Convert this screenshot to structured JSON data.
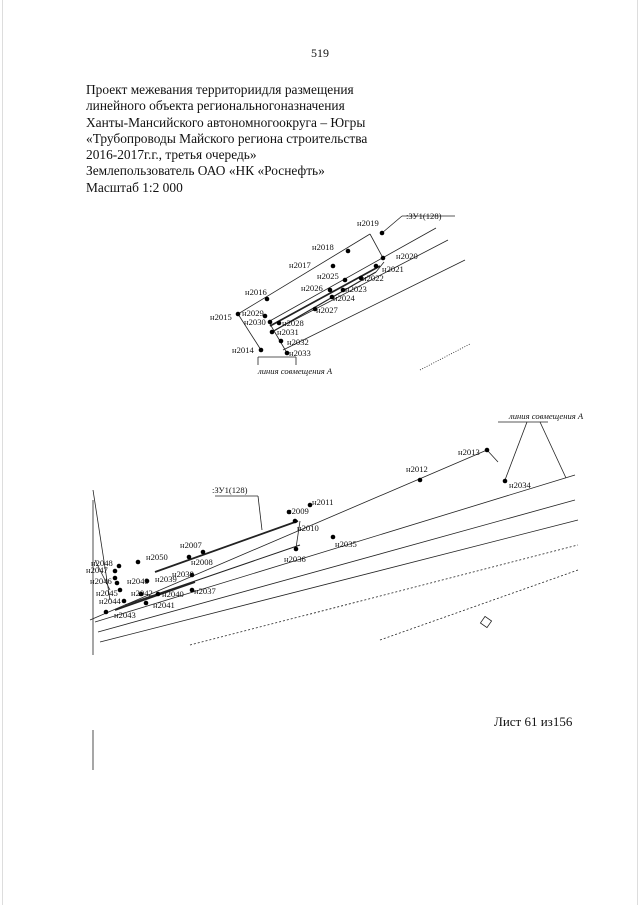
{
  "page_number": "519",
  "header_lines": [
    "Проект межевания территориидля размещения",
    "линейного объекта регионального​назначения",
    "Ханты-Мансийского автономногоокруга – Югры",
    "«Трубопроводы Майского региона строительства",
    "2016-2017г.г., третья очередь»",
    "Землепользователь ОАО «НК «Роснефть»",
    "Масштаб 1:2 000"
  ],
  "map": {
    "zu_label_top": ":ЗУ1(128)",
    "zu_label_bottom": ":ЗУ1(128)",
    "align_line_label_top": "линия совмещения А",
    "align_line_label_bottom": "линия совмещения А",
    "points_top": [
      {
        "id": "n2019",
        "label": "н2019"
      },
      {
        "id": "n2018",
        "label": "н2018"
      },
      {
        "id": "n2017",
        "label": "н2017"
      },
      {
        "id": "n2020",
        "label": "н2020"
      },
      {
        "id": "n2021",
        "label": "н2021"
      },
      {
        "id": "n2025",
        "label": "н2025"
      },
      {
        "id": "n2022",
        "label": "н2022"
      },
      {
        "id": "n2026",
        "label": "н2026"
      },
      {
        "id": "n2023",
        "label": "н2023"
      },
      {
        "id": "n2016",
        "label": "н2016"
      },
      {
        "id": "n2024",
        "label": "н2024"
      },
      {
        "id": "n2027",
        "label": "н2027"
      },
      {
        "id": "n2029",
        "label": "н2029"
      },
      {
        "id": "n2015",
        "label": "н2015"
      },
      {
        "id": "n2030",
        "label": "н2030"
      },
      {
        "id": "n2028",
        "label": "н2028"
      },
      {
        "id": "n2031",
        "label": "н2031"
      },
      {
        "id": "n2032",
        "label": "н2032"
      },
      {
        "id": "n2014",
        "label": "н2014"
      },
      {
        "id": "n2033",
        "label": "н2033"
      }
    ],
    "points_bottom": [
      {
        "id": "n2013",
        "label": "н2013"
      },
      {
        "id": "n2012",
        "label": "н2012"
      },
      {
        "id": "n2034",
        "label": "н2034"
      },
      {
        "id": "n2011",
        "label": "н2011"
      },
      {
        "id": "n2009",
        "label": "н2009"
      },
      {
        "id": "n2010",
        "label": "н2010"
      },
      {
        "id": "n2035",
        "label": "н2035"
      },
      {
        "id": "n2007",
        "label": "н2007"
      },
      {
        "id": "n2036",
        "label": "н2036"
      },
      {
        "id": "n2048",
        "label": "н2048"
      },
      {
        "id": "n2050",
        "label": "н2050"
      },
      {
        "id": "n2008",
        "label": "н2008"
      },
      {
        "id": "n2047",
        "label": "н2047"
      },
      {
        "id": "n2038",
        "label": "н2038"
      },
      {
        "id": "n2046",
        "label": "н2046"
      },
      {
        "id": "n2049",
        "label": "н2049"
      },
      {
        "id": "n2039",
        "label": "н2039"
      },
      {
        "id": "n2045",
        "label": "н2045"
      },
      {
        "id": "n2042",
        "label": "н2042"
      },
      {
        "id": "n2040",
        "label": "н2040"
      },
      {
        "id": "n2037",
        "label": "н2037"
      },
      {
        "id": "n2044",
        "label": "н2044"
      },
      {
        "id": "n2041",
        "label": "н2041"
      },
      {
        "id": "n2043",
        "label": "н2043"
      }
    ]
  },
  "footer": "Лист 61 из156"
}
